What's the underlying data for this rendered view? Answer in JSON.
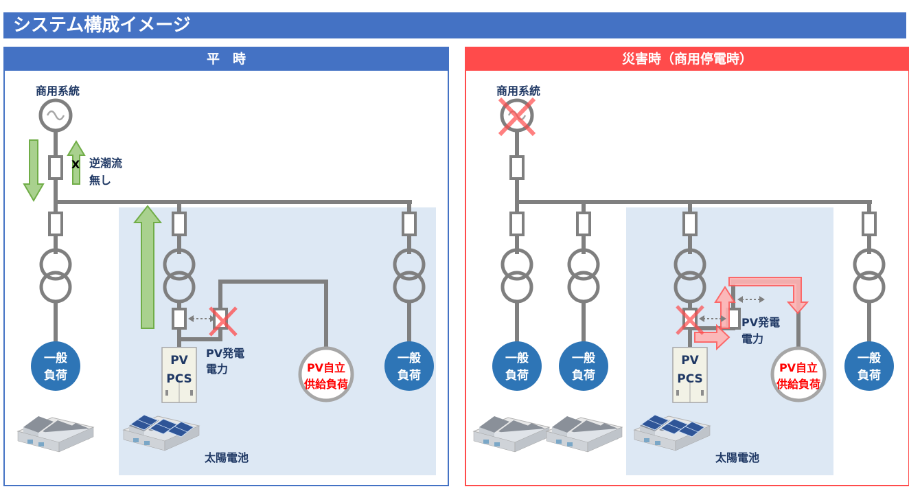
{
  "title": "システム構成イメージ",
  "normal": {
    "header": "平　時",
    "grid_label": "商用系統",
    "reverse_flow_mark": "X",
    "reverse_flow_line1": "逆潮流",
    "reverse_flow_line2": "無し",
    "pv_power_line1": "PV発電",
    "pv_power_line2": "電力",
    "pcs_line1": "PV",
    "pcs_line2": "PCS",
    "load_line1": "一般",
    "load_line2": "負荷",
    "self_load_line1": "PV自立",
    "self_load_line2": "供給負荷",
    "solar_label": "太陽電池"
  },
  "disaster": {
    "header": "災害時（商用停電時）",
    "grid_label": "商用系統",
    "pv_power_line1": "PV発電",
    "pv_power_line2": "電力",
    "pcs_line1": "PV",
    "pcs_line2": "PCS",
    "load_line1": "一般",
    "load_line2": "負荷",
    "self_load_line1": "PV自立",
    "self_load_line2": "供給負荷",
    "solar_label": "太陽電池"
  },
  "colors": {
    "normal_accent": "#4472c4",
    "disaster_accent": "#ff4b4b",
    "line_gray": "#7f7f7f",
    "load_blue": "#2e75b6",
    "flow_green": "#70ad47",
    "flow_red": "#ff6b6b",
    "pv_area": "#dde8f4"
  },
  "icons": {
    "generator": "ac-source-icon",
    "breaker": "breaker-icon",
    "transformer": "transformer-icon",
    "building": "factory-building-icon",
    "solar_building": "solar-factory-icon",
    "pcs": "pcs-cabinet-icon",
    "cross": "cross-icon"
  }
}
